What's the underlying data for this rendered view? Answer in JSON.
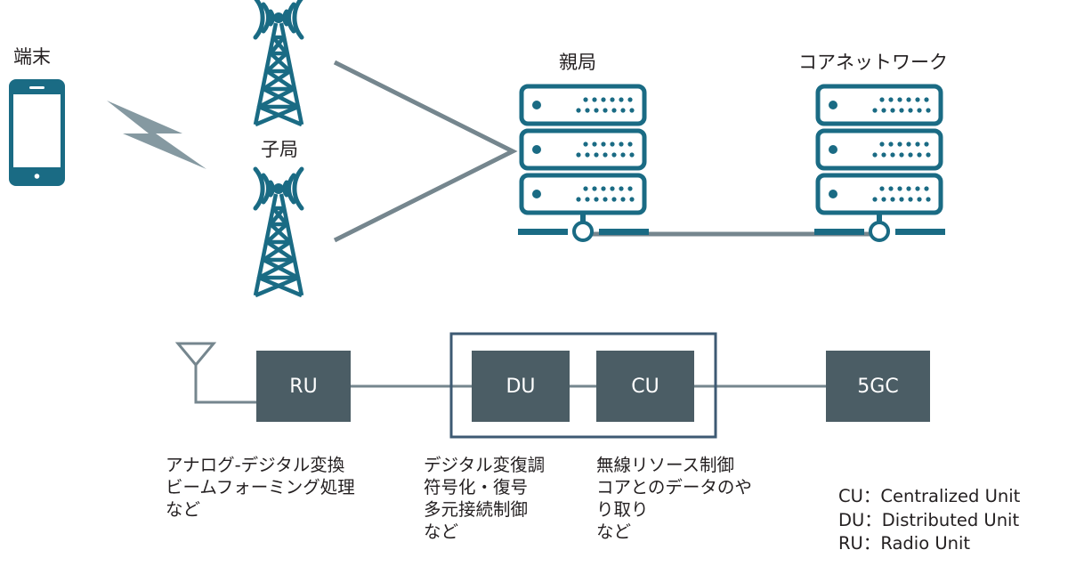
{
  "labels": {
    "terminal": "端末",
    "child_station": "子局",
    "parent_station": "親局",
    "core_network": "コアネットワーク"
  },
  "units": {
    "ru": "RU",
    "du": "DU",
    "cu": "CU",
    "core": "5GC"
  },
  "notes": {
    "ru": [
      "アナログ-デジタル変換",
      "ビームフォーミング処理",
      "など"
    ],
    "du": [
      "デジタル変復調",
      "符号化・復号",
      "多元接続制御",
      "など"
    ],
    "cu": [
      "無線リソース制御",
      "コアとのデータのや",
      "り取り",
      "など"
    ]
  },
  "legend": [
    "CU：Centralized Unit",
    "DU：Distributed Unit",
    "RU：Radio Unit"
  ],
  "colors": {
    "teal": "#1a6b84",
    "line_gray": "#75868e",
    "box": "#4b5d65",
    "frame": "#3d5a73",
    "bolt": "#8599a1"
  },
  "icons": {
    "terminal": "smartphone-icon",
    "child_station": "antenna-tower-icon",
    "parent_station": "server-rack-icon",
    "core_network": "server-rack-icon"
  }
}
